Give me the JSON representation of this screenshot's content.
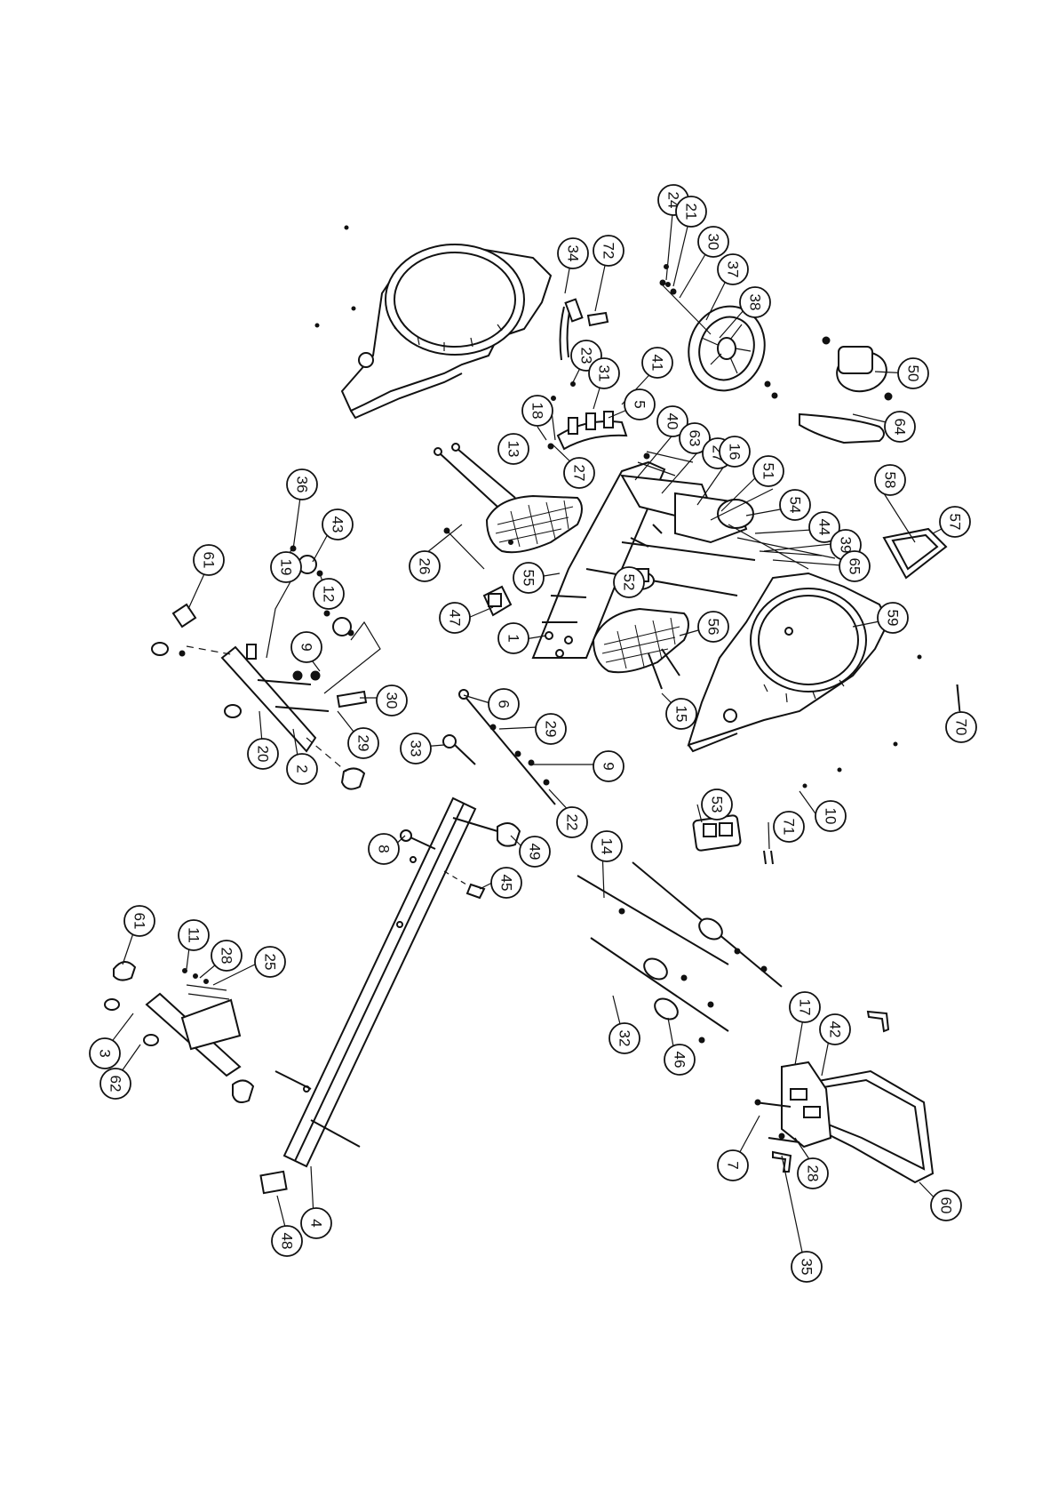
{
  "diagram": {
    "callouts": [
      {
        "id": "c24a",
        "label": "24"
      },
      {
        "id": "c21a",
        "label": "21"
      },
      {
        "id": "c30a",
        "label": "30"
      },
      {
        "id": "c37",
        "label": "37"
      },
      {
        "id": "c38",
        "label": "38"
      },
      {
        "id": "c34",
        "label": "34"
      },
      {
        "id": "c72",
        "label": "72"
      },
      {
        "id": "c23",
        "label": "23"
      },
      {
        "id": "c31",
        "label": "31"
      },
      {
        "id": "c41",
        "label": "41"
      },
      {
        "id": "c5",
        "label": "5"
      },
      {
        "id": "c18",
        "label": "18"
      },
      {
        "id": "c13",
        "label": "13"
      },
      {
        "id": "c27a",
        "label": "27"
      },
      {
        "id": "c40",
        "label": "40"
      },
      {
        "id": "c63",
        "label": "63"
      },
      {
        "id": "c27b",
        "label": "27"
      },
      {
        "id": "c16",
        "label": "16"
      },
      {
        "id": "c51",
        "label": "51"
      },
      {
        "id": "c50",
        "label": "50"
      },
      {
        "id": "c64",
        "label": "64"
      },
      {
        "id": "c58",
        "label": "58"
      },
      {
        "id": "c57",
        "label": "57"
      },
      {
        "id": "c54",
        "label": "54"
      },
      {
        "id": "c44",
        "label": "44"
      },
      {
        "id": "c39",
        "label": "39"
      },
      {
        "id": "c65",
        "label": "65"
      },
      {
        "id": "c59",
        "label": "59"
      },
      {
        "id": "c70",
        "label": "70"
      },
      {
        "id": "c26",
        "label": "26"
      },
      {
        "id": "c55",
        "label": "55"
      },
      {
        "id": "c52",
        "label": "52"
      },
      {
        "id": "c47",
        "label": "47"
      },
      {
        "id": "c1",
        "label": "1"
      },
      {
        "id": "c56",
        "label": "56"
      },
      {
        "id": "c15",
        "label": "15"
      },
      {
        "id": "c36",
        "label": "36"
      },
      {
        "id": "c43",
        "label": "43"
      },
      {
        "id": "c19",
        "label": "19"
      },
      {
        "id": "c12",
        "label": "12"
      },
      {
        "id": "c61a",
        "label": "61"
      },
      {
        "id": "c9a",
        "label": "9"
      },
      {
        "id": "c30b",
        "label": "30"
      },
      {
        "id": "c29a",
        "label": "29"
      },
      {
        "id": "c20",
        "label": "20"
      },
      {
        "id": "c2",
        "label": "2"
      },
      {
        "id": "c6",
        "label": "6"
      },
      {
        "id": "c29b",
        "label": "29"
      },
      {
        "id": "c33",
        "label": "33"
      },
      {
        "id": "c9b",
        "label": "9"
      },
      {
        "id": "c22",
        "label": "22"
      },
      {
        "id": "c53",
        "label": "53"
      },
      {
        "id": "c10",
        "label": "10"
      },
      {
        "id": "c71",
        "label": "71"
      },
      {
        "id": "c49",
        "label": "49"
      },
      {
        "id": "c8",
        "label": "8"
      },
      {
        "id": "c45",
        "label": "45"
      },
      {
        "id": "c14",
        "label": "14"
      },
      {
        "id": "c61b",
        "label": "61"
      },
      {
        "id": "c11",
        "label": "11"
      },
      {
        "id": "c28a",
        "label": "28"
      },
      {
        "id": "c25",
        "label": "25"
      },
      {
        "id": "c3",
        "label": "3"
      },
      {
        "id": "c62",
        "label": "62"
      },
      {
        "id": "c32",
        "label": "32"
      },
      {
        "id": "c46",
        "label": "46"
      },
      {
        "id": "c17",
        "label": "17"
      },
      {
        "id": "c42",
        "label": "42"
      },
      {
        "id": "c7",
        "label": "7"
      },
      {
        "id": "c28b",
        "label": "28"
      },
      {
        "id": "c35",
        "label": "35"
      },
      {
        "id": "c60",
        "label": "60"
      },
      {
        "id": "c4",
        "label": "4"
      },
      {
        "id": "c48",
        "label": "48"
      }
    ]
  }
}
